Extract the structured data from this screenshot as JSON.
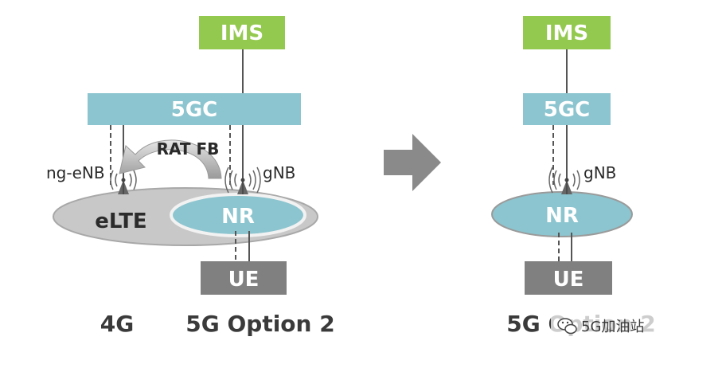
{
  "diagram": {
    "left": {
      "ims": "IMS",
      "core": "5GC",
      "rat_fb": "RAT FB",
      "ng_enb": "ng-eNB",
      "gnb": "gNB",
      "elte": "eLTE",
      "nr": "NR",
      "ue": "UE",
      "caption_4g": "4G",
      "caption_5g": "5G Option 2"
    },
    "right": {
      "ims": "IMS",
      "core": "5GC",
      "gnb": "gNB",
      "nr": "NR",
      "ue": "UE",
      "caption": "5G Option 2"
    },
    "watermark": "5G加油站"
  },
  "colors": {
    "ims": "#94c950",
    "core": "#8cc5cf",
    "elte": "#c8c8c8",
    "nr": "#8cc5cf",
    "ue": "#808080",
    "arrow": "#8a8a8a",
    "line": "#555555"
  }
}
